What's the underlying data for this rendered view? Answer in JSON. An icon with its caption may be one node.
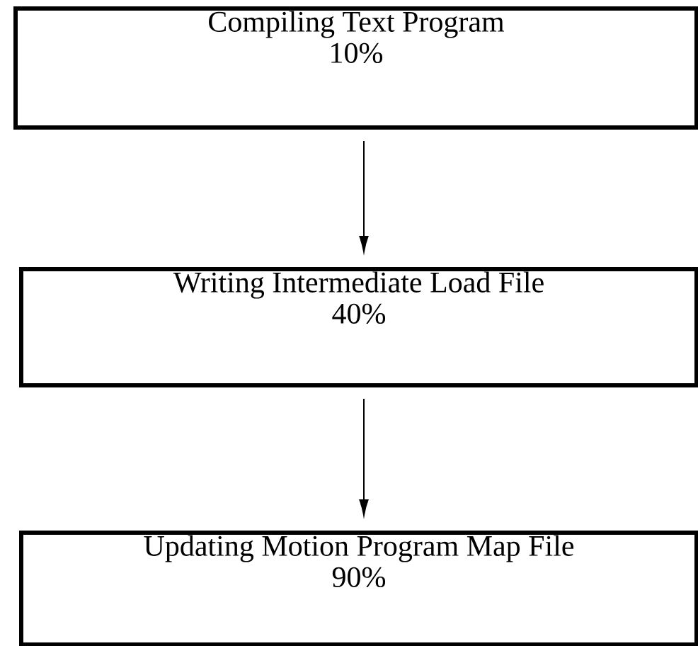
{
  "diagram": {
    "nodes": [
      {
        "text": [
          "Compiling Text Program",
          "10%"
        ]
      },
      {
        "text": [
          "Writing Intermediate Load File",
          "40%"
        ]
      },
      {
        "text": [
          "Updating Motion Program Map File",
          "90%"
        ]
      }
    ],
    "edges": [
      {
        "from": 0,
        "to": 1,
        "arrow": "to"
      },
      {
        "from": 1,
        "to": 2,
        "arrow": "to"
      }
    ]
  }
}
